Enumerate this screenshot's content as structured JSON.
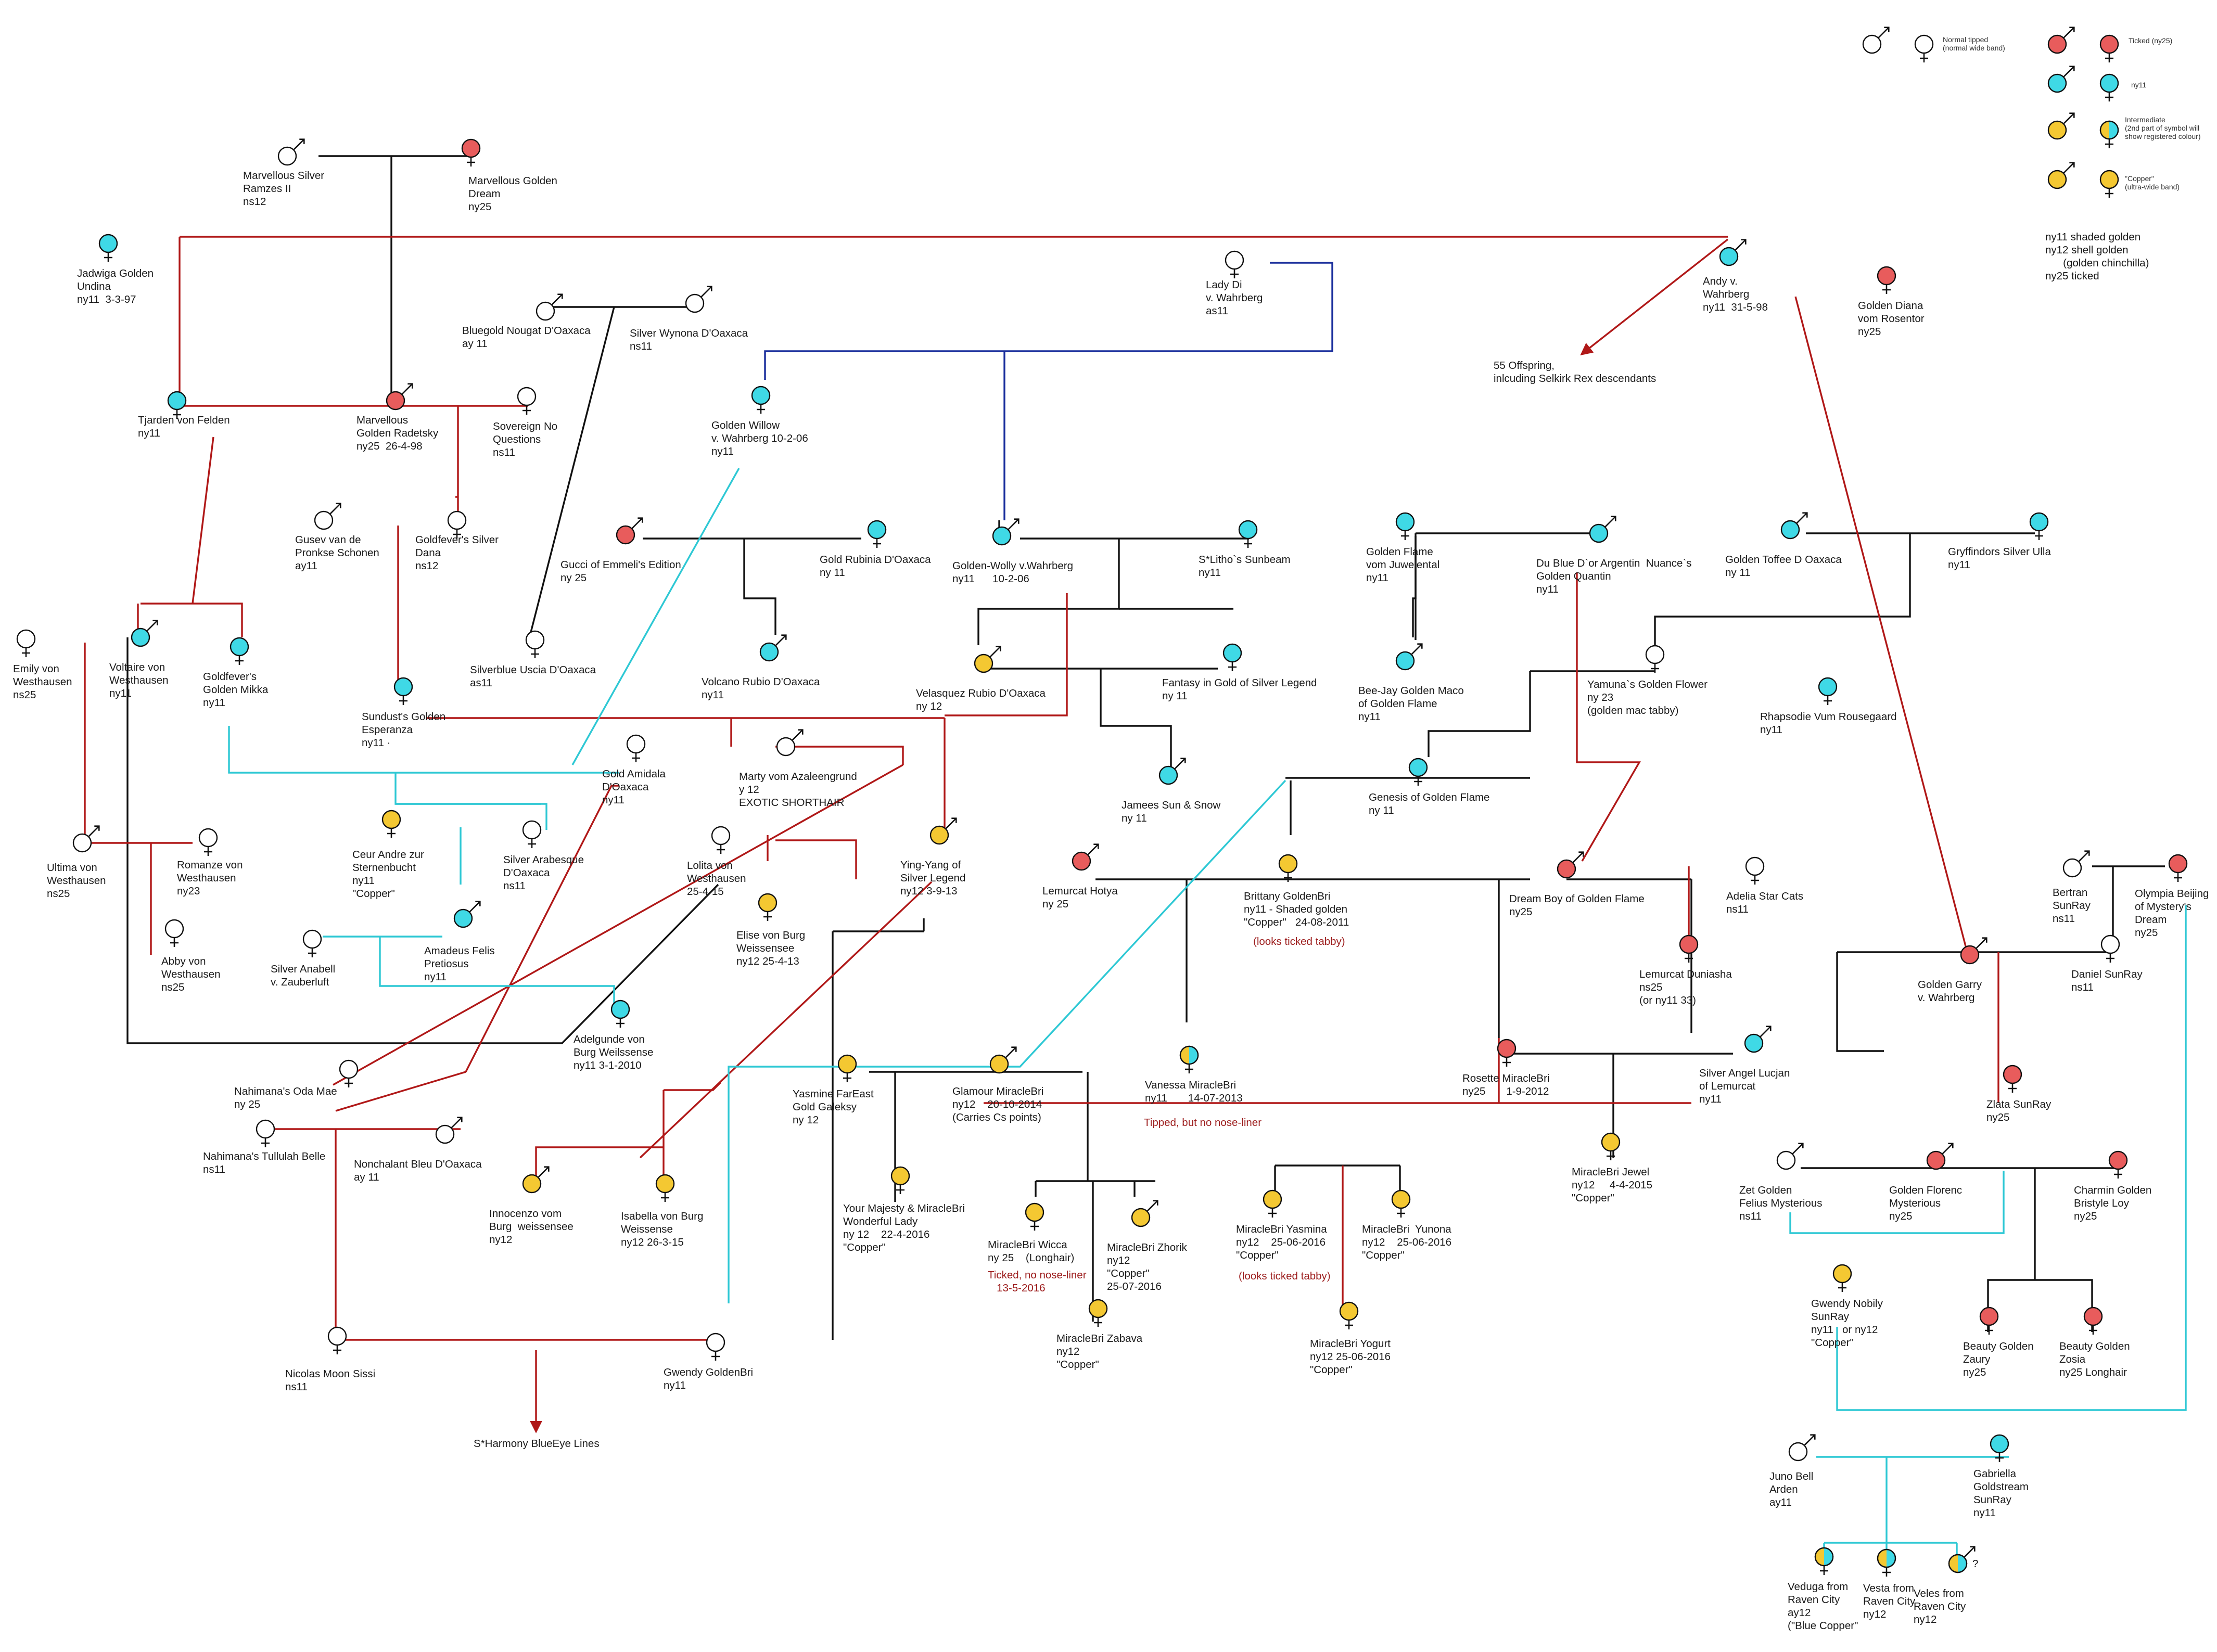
{
  "colors": {
    "normal": "#ffffff",
    "ticked": "#e85c5c",
    "shaded": "#3fd9e6",
    "copper": "#f4c832",
    "line_black": "#111111",
    "line_red": "#b01818",
    "line_cyan": "#2ec8d4",
    "line_navy": "#1a2e9c"
  },
  "legend": {
    "normal": "Normal tipped\n(normal wide band)",
    "ticked": "Ticked (ny25)",
    "shaded": "ny11",
    "intermediate": "Intermediate\n(2nd part of symbol will\nshow registered colour)",
    "copper": "\"Copper\"\n(ultra-wide band)",
    "codes": "ny11 shaded golden\nny12 shell golden\n      (golden chinchilla)\nny25 ticked"
  },
  "cats": [
    {
      "id": "ramzes",
      "text": "Marvellous Silver\nRamzes II\nns12",
      "sex": "m",
      "color": "normal"
    },
    {
      "id": "dream",
      "text": "Marvellous Golden\nDream\nny25",
      "sex": "f",
      "color": "ticked"
    },
    {
      "id": "jadwiga",
      "text": "Jadwiga Golden\nUndina\nny11  3-3-97",
      "sex": "f",
      "color": "shaded"
    },
    {
      "id": "andy",
      "text": "Andy v.\nWahrberg\nny11  31-5-98",
      "sex": "m",
      "color": "shaded"
    },
    {
      "id": "ladydi",
      "text": "Lady Di\nv. Wahrberg\nas11",
      "sex": "f",
      "color": "normal"
    },
    {
      "id": "diana",
      "text": "Golden Diana\nvom Rosentor\nny25",
      "sex": "f",
      "color": "ticked"
    },
    {
      "id": "bluegold",
      "text": "Bluegold Nougat D'Oaxaca\nay 11",
      "sex": "m",
      "color": "normal"
    },
    {
      "id": "wynona",
      "text": "Silver Wynona D'Oaxaca\nns11",
      "sex": "m",
      "color": "normal"
    },
    {
      "id": "tjarden",
      "text": "Tjarden von Felden\nny11",
      "sex": "f",
      "color": "shaded"
    },
    {
      "id": "radetsky",
      "text": "Marvellous\nGolden Radetsky\nny25  26-4-98",
      "sex": "m",
      "color": "ticked"
    },
    {
      "id": "sovereign",
      "text": "Sovereign No\nQuestions\nns11",
      "sex": "f",
      "color": "normal"
    },
    {
      "id": "willow",
      "text": "Golden Willow\nv. Wahrberg 10-2-06\nny11",
      "sex": "f",
      "color": "shaded"
    },
    {
      "id": "gusev",
      "text": "Gusev van de\nPronkse Schonen\nay11",
      "sex": "m",
      "color": "normal"
    },
    {
      "id": "dana",
      "text": "Goldfever's Silver\nDana\nns12",
      "sex": "f",
      "color": "normal"
    },
    {
      "id": "gucci",
      "text": "Gucci of Emmeli's Edition\nny 25",
      "sex": "m",
      "color": "ticked"
    },
    {
      "id": "rubinia",
      "text": "Gold Rubinia D'Oaxaca\nny 11",
      "sex": "f",
      "color": "shaded"
    },
    {
      "id": "wolly",
      "text": "Golden-Wolly v.Wahrberg\nny11      10-2-06",
      "sex": "m",
      "color": "shaded"
    },
    {
      "id": "litho",
      "text": "S*Litho`s Sunbeam\nny11",
      "sex": "f",
      "color": "shaded"
    },
    {
      "id": "flamej",
      "text": "Golden Flame\nvom Juwelental\nny11",
      "sex": "f",
      "color": "shaded"
    },
    {
      "id": "quantin",
      "text": "Du Blue D`or Argentin  Nuance`s\nGolden Quantin\nny11",
      "sex": "m",
      "color": "shaded"
    },
    {
      "id": "toffee",
      "text": "Golden Toffee D Oaxaca\nny 11",
      "sex": "m",
      "color": "shaded"
    },
    {
      "id": "ulla",
      "text": "Gryffindors Silver Ulla\nny11",
      "sex": "f",
      "color": "shaded"
    },
    {
      "id": "emily",
      "text": "Emily von\nWesthausen\nns25",
      "sex": "f",
      "color": "normal"
    },
    {
      "id": "voltaire",
      "text": "Voltaire von\nWesthausen\nny11",
      "sex": "m",
      "color": "shaded"
    },
    {
      "id": "mikka",
      "text": "Goldfever's\nGolden Mikka\nny11",
      "sex": "f",
      "color": "shaded"
    },
    {
      "id": "uscia",
      "text": "Silverblue Uscia D'Oaxaca\nas11",
      "sex": "f",
      "color": "normal"
    },
    {
      "id": "volcano",
      "text": "Volcano Rubio D'Oaxaca\nny11",
      "sex": "m",
      "color": "shaded"
    },
    {
      "id": "velasquez",
      "text": "Velasquez Rubio D'Oaxaca\nny 12",
      "sex": "m",
      "color": "copper"
    },
    {
      "id": "fantasy",
      "text": "Fantasy in Gold of Silver Legend\nny 11",
      "sex": "f",
      "color": "shaded"
    },
    {
      "id": "beejay",
      "text": "Bee-Jay Golden Maco\nof Golden Flame\nny11",
      "sex": "m",
      "color": "shaded"
    },
    {
      "id": "yamuna",
      "text": "Yamuna`s Golden Flower\nny 23\n(golden mac tabby)",
      "sex": "f",
      "color": "normal"
    },
    {
      "id": "rhapsodie",
      "text": "Rhapsodie Vum Rousegaard\nny11",
      "sex": "f",
      "color": "shaded"
    },
    {
      "id": "esperanza",
      "text": "Sundust's Golden\nEsperanza\nny11 ·",
      "sex": "f",
      "color": "shaded"
    },
    {
      "id": "amidala",
      "text": "Gold Amidala\nD'Oaxaca\nny11",
      "sex": "f",
      "color": "normal"
    },
    {
      "id": "marty",
      "text": "Marty vom Azaleengrund\ny 12\nEXOTIC SHORTHAIR",
      "sex": "m",
      "color": "normal"
    },
    {
      "id": "jamees",
      "text": "Jamees Sun & Snow\nny 11",
      "sex": "m",
      "color": "shaded"
    },
    {
      "id": "genesis",
      "text": "Genesis of Golden Flame\nny 11",
      "sex": "f",
      "color": "shaded"
    },
    {
      "id": "ultima",
      "text": "Ultima von\nWesthausen\nns25",
      "sex": "m",
      "color": "normal"
    },
    {
      "id": "romanze",
      "text": "Romanze von\nWesthausen\nny23",
      "sex": "f",
      "color": "normal"
    },
    {
      "id": "ceur",
      "text": "Ceur Andre zur\nSternenbucht\nny11\n\"Copper\"",
      "sex": "f",
      "color": "copper"
    },
    {
      "id": "arabesque",
      "text": "Silver Arabesque\nD'Oaxaca\nns11",
      "sex": "f",
      "color": "normal"
    },
    {
      "id": "lolita",
      "text": "Lolita von\nWesthausen\n25-4-15",
      "sex": "f",
      "color": "normal"
    },
    {
      "id": "yingyang",
      "text": "Ying-Yang of\nSilver Legend\nny12 3-9-13",
      "sex": "m",
      "color": "copper"
    },
    {
      "id": "hotya",
      "text": "Lemurcat Hotya\nny 25",
      "sex": "m",
      "color": "ticked"
    },
    {
      "id": "brittany",
      "text": "Brittany GoldenBri\nny11 - Shaded golden\n\"Copper\"   24-08-2011",
      "sex": "f",
      "color": "copper"
    },
    {
      "id": "dreamboy",
      "text": "Dream Boy of Golden Flame\nny25",
      "sex": "m",
      "color": "ticked"
    },
    {
      "id": "adelia",
      "text": "Adelia Star Cats\nns11",
      "sex": "f",
      "color": "normal"
    },
    {
      "id": "bertran",
      "text": "Bertran\nSunRay\nns11",
      "sex": "m",
      "color": "normal"
    },
    {
      "id": "olympia",
      "text": "Olympia Beijing\nof Mystery's\nDream\nny25",
      "sex": "f",
      "color": "ticked"
    },
    {
      "id": "abby",
      "text": "Abby von\nWesthausen\nns25",
      "sex": "f",
      "color": "normal"
    },
    {
      "id": "anabell",
      "text": "Silver Anabell\nv. Zauberluft",
      "sex": "f",
      "color": "normal"
    },
    {
      "id": "amadeus",
      "text": "Amadeus Felis\nPretiosus\nny11",
      "sex": "m",
      "color": "shaded"
    },
    {
      "id": "elise",
      "text": "Elise von Burg\nWeissensee\nny12 25-4-13",
      "sex": "f",
      "color": "copper"
    },
    {
      "id": "duniasha",
      "text": "Lemurcat Duniasha\nns25\n(or ny11 33)",
      "sex": "f",
      "color": "ticked"
    },
    {
      "id": "garry",
      "text": "Golden Garry\nv. Wahrberg",
      "sex": "m",
      "color": "ticked"
    },
    {
      "id": "daniel",
      "text": "Daniel SunRay\nns11",
      "sex": "f",
      "color": "normal"
    },
    {
      "id": "adelgunde",
      "text": "Adelgunde von\nBurg Weilssense\nny11 3-1-2010",
      "sex": "f",
      "color": "shaded"
    },
    {
      "id": "odamae",
      "text": "Nahimana's Oda Mae\nny 25",
      "sex": "f",
      "color": "normal"
    },
    {
      "id": "yasmine",
      "text": "Yasmine FarEast\nGold Galeksy\nny 12",
      "sex": "f",
      "color": "copper"
    },
    {
      "id": "glamour",
      "text": "Glamour MiracleBri\nny12    20-10-2014\n(Carries Cs points)",
      "sex": "m",
      "color": "copper"
    },
    {
      "id": "vanessa",
      "text": "Vanessa MiracleBri\nny11       14-07-2013",
      "sex": "f",
      "color": "half"
    },
    {
      "id": "rosette",
      "text": "Rosette MiracleBri\nny25       1-9-2012",
      "sex": "f",
      "color": "ticked"
    },
    {
      "id": "lucjan",
      "text": "Silver Angel Lucjan\nof Lemurcat\nny11",
      "sex": "m",
      "color": "shaded"
    },
    {
      "id": "zlata",
      "text": "Zlata SunRay\nny25",
      "sex": "f",
      "color": "ticked"
    },
    {
      "id": "tullulah",
      "text": "Nahimana's Tullulah Belle\nns11",
      "sex": "f",
      "color": "normal"
    },
    {
      "id": "nonchalant",
      "text": "Nonchalant Bleu D'Oaxaca\nay 11",
      "sex": "m",
      "color": "normal"
    },
    {
      "id": "innocenzo",
      "text": "Innocenzo vom\nBurg  weissensee\nny12",
      "sex": "m",
      "color": "copper"
    },
    {
      "id": "isabella",
      "text": "Isabella von Burg\nWeissense\nny12 26-3-15",
      "sex": "f",
      "color": "copper"
    },
    {
      "id": "majesty",
      "text": "Your Majesty & MiracleBri\nWonderful Lady\nny 12    22-4-2016\n\"Copper\"",
      "sex": "f",
      "color": "copper"
    },
    {
      "id": "wicca",
      "text": "MiracleBri Wicca\nny 25    (Longhair)",
      "sex": "f",
      "color": "copper"
    },
    {
      "id": "zhorik",
      "text": "MiracleBri Zhorik\nny12\n\"Copper\"\n25-07-2016",
      "sex": "m",
      "color": "copper"
    },
    {
      "id": "yasmina",
      "text": "MiracleBri Yasmina\nny12    25-06-2016\n\"Copper\"",
      "sex": "f",
      "color": "copper"
    },
    {
      "id": "yunona",
      "text": "MiracleBri  Yunona\nny12    25-06-2016\n\"Copper\"",
      "sex": "f",
      "color": "copper"
    },
    {
      "id": "jewel",
      "text": "MiracleBri Jewel\nny12     4-4-2015\n\"Copper\"",
      "sex": "f",
      "color": "copper"
    },
    {
      "id": "zet",
      "text": "Zet Golden\nFelius Mysterious\nns11",
      "sex": "m",
      "color": "normal"
    },
    {
      "id": "florenc",
      "text": "Golden Florenc\nMysterious\nny25",
      "sex": "m",
      "color": "ticked"
    },
    {
      "id": "charmin",
      "text": "Charmin Golden\nBristyle Loy\nny25",
      "sex": "f",
      "color": "ticked"
    },
    {
      "id": "zabava",
      "text": "MiracleBri Zabava\nny12\n\"Copper\"",
      "sex": "f",
      "color": "copper"
    },
    {
      "id": "yogurt",
      "text": "MiracleBri Yogurt\nny12 25-06-2016\n\"Copper\"",
      "sex": "f",
      "color": "copper"
    },
    {
      "id": "gwendynob",
      "text": "Gwendy Nobily\nSunRay\nny11   or ny12\n\"Copper\"",
      "sex": "f",
      "color": "copper"
    },
    {
      "id": "zaury",
      "text": "Beauty Golden\nZaury\nny25",
      "sex": "f",
      "color": "ticked"
    },
    {
      "id": "zosia",
      "text": "Beauty Golden\nZosia\nny25 Longhair",
      "sex": "f",
      "color": "ticked"
    },
    {
      "id": "nicolas",
      "text": "Nicolas Moon Sissi\nns11",
      "sex": "f",
      "color": "normal"
    },
    {
      "id": "gwendygb",
      "text": "Gwendy GoldenBri\nny11",
      "sex": "f",
      "color": "normal"
    },
    {
      "id": "juno",
      "text": "Juno Bell\nArden\nay11",
      "sex": "m",
      "color": "normal"
    },
    {
      "id": "gabriella",
      "text": "Gabriella\nGoldstream\nSunRay\nny11",
      "sex": "f",
      "color": "shaded"
    },
    {
      "id": "veduga",
      "text": "Veduga from\nRaven City\nay12\n(\"Blue Copper\"",
      "sex": "f",
      "color": "half"
    },
    {
      "id": "vesta",
      "text": "Vesta from\nRaven City\nny12",
      "sex": "f",
      "color": "half"
    },
    {
      "id": "veles",
      "text": "Veles from\nRaven City\nny12",
      "sex": "m",
      "color": "half"
    }
  ],
  "labels": {
    "offspring": "55 Offspring,\ninlcuding Selkirk Rex descendants",
    "harmony": "S*Harmony BlueEye Lines",
    "brittany_note": "(looks ticked tabby)",
    "vanessa_note": "Tipped, but no nose-liner",
    "wicca_note": "Ticked, no nose-liner\n   13-5-2016",
    "yasmina_note": "(looks ticked tabby)",
    "veles_q": "?"
  }
}
